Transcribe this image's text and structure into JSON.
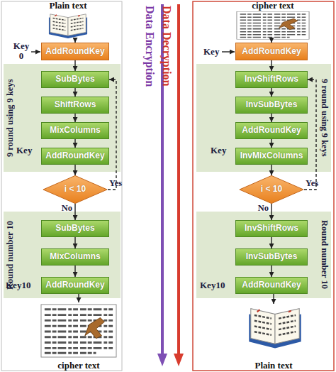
{
  "diagram": {
    "nodes": [
      {
        "text": [
          "Plain text"
        ]
      },
      {
        "text": [
          "AddRoundKey"
        ]
      },
      {
        "text": [
          "9 round using 9 keys"
        ]
      },
      {
        "text": [
          "SubBytes"
        ],
        "in": 2
      },
      {
        "text": [
          "ShiftRows"
        ],
        "in": 2
      },
      {
        "text": [
          "MixColumns"
        ],
        "in": 2
      },
      {
        "text": [
          "AddRoundKey"
        ],
        "in": 2
      },
      {
        "text": [
          "i < 10"
        ]
      },
      {
        "text": [
          "Round number 10"
        ]
      },
      {
        "text": [
          "SubBytes"
        ],
        "in": 8
      },
      {
        "text": [
          "MixColumns"
        ],
        "in": 8
      },
      {
        "text": [
          "AddRoundKey"
        ],
        "in": 8
      },
      {
        "text": [
          "cipher text"
        ]
      },
      {
        "text": [
          "cipher text"
        ]
      },
      {
        "text": [
          "AddRoundKey"
        ]
      },
      {
        "text": [
          "9 round using 9 keys"
        ]
      },
      {
        "text": [
          "InvShiftRows"
        ],
        "in": 15
      },
      {
        "text": [
          "InvSubBytes"
        ],
        "in": 15
      },
      {
        "text": [
          "AddRoundKey"
        ],
        "in": 15
      },
      {
        "text": [
          "InvMixColumns"
        ],
        "in": 15
      },
      {
        "text": [
          "i < 10"
        ]
      },
      {
        "text": [
          "Round number 10"
        ]
      },
      {
        "text": [
          "InvShiftRows"
        ],
        "in": 21
      },
      {
        "text": [
          "InvSubBytes"
        ],
        "in": 21
      },
      {
        "text": [
          "AddRoundKey"
        ],
        "in": 21
      },
      {
        "text": [
          "Plain text"
        ]
      }
    ],
    "edges": [
      {
        "from": 0,
        "to": 1,
        "arrow": "to"
      },
      {
        "from": 1,
        "to": 3,
        "arrow": "to"
      },
      {
        "from": 3,
        "to": 4,
        "arrow": "to"
      },
      {
        "from": 4,
        "to": 5,
        "arrow": "to"
      },
      {
        "from": 5,
        "to": 6,
        "arrow": "to"
      },
      {
        "from": 6,
        "to": 7,
        "arrow": "to"
      },
      {
        "from": 7,
        "to": 3,
        "label": "Yes",
        "arrow": "to"
      },
      {
        "from": 7,
        "to": 9,
        "label": "No",
        "arrow": "to"
      },
      {
        "from": 9,
        "to": 10,
        "arrow": "to"
      },
      {
        "from": 10,
        "to": 11,
        "arrow": "to"
      },
      {
        "from": 11,
        "to": 12,
        "arrow": "to"
      },
      {
        "from": 13,
        "to": 14,
        "arrow": "to"
      },
      {
        "from": 14,
        "to": 16,
        "arrow": "to"
      },
      {
        "from": 16,
        "to": 17,
        "arrow": "to"
      },
      {
        "from": 17,
        "to": 18,
        "arrow": "to"
      },
      {
        "from": 18,
        "to": 19,
        "arrow": "to"
      },
      {
        "from": 19,
        "to": 20,
        "arrow": "to"
      },
      {
        "from": 20,
        "to": 16,
        "label": "Yes",
        "arrow": "to"
      },
      {
        "from": 20,
        "to": 22,
        "label": "No",
        "arrow": "to"
      },
      {
        "from": 22,
        "to": 23,
        "arrow": "to"
      },
      {
        "from": 23,
        "to": 24,
        "arrow": "to"
      },
      {
        "from": 24,
        "to": 25,
        "arrow": "to"
      }
    ],
    "labels": [
      "Key 0",
      "Key",
      "Key10",
      "Data Encryption",
      "Data Decryption",
      "Key",
      "Key",
      "Key10"
    ]
  }
}
